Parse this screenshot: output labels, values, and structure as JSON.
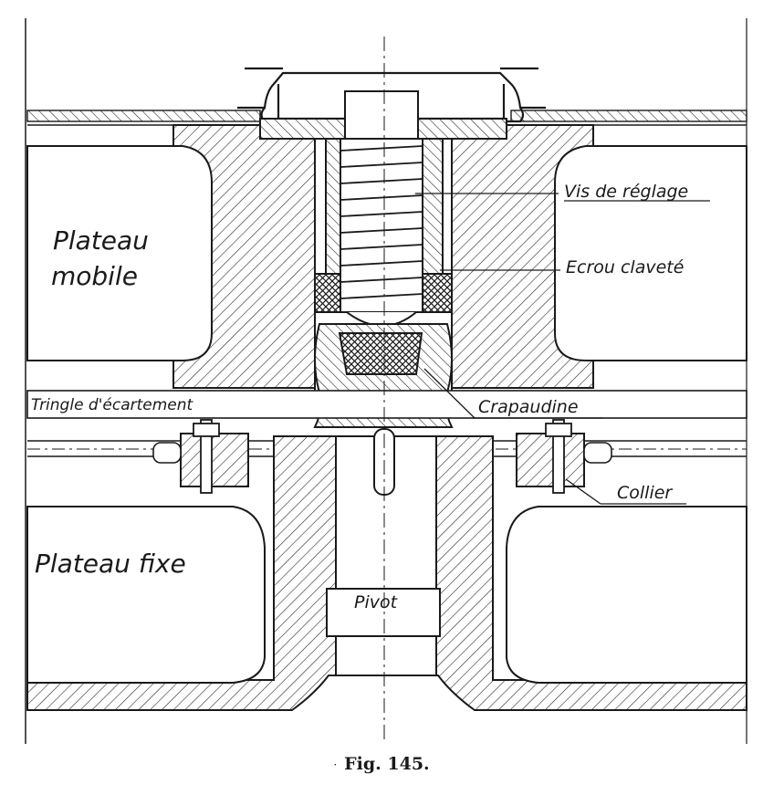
{
  "labels": {
    "vis_de_reglage": "Vis de réglage",
    "ecrou_clavete": "Ecrou claveté",
    "plateau_mobile_line1": "Plateau",
    "plateau_mobile_line2": "mobile",
    "tringle": "Tringle d'écartement",
    "crapaudine": "Crapaudine",
    "collier": "Collier",
    "plateau_fixe": "Plateau fixe",
    "pivot": "Pivot"
  },
  "caption": {
    "marker": "·",
    "text": "Fig. 145."
  },
  "colors": {
    "ink": "#1a1a1a",
    "paper": "#ffffff"
  }
}
